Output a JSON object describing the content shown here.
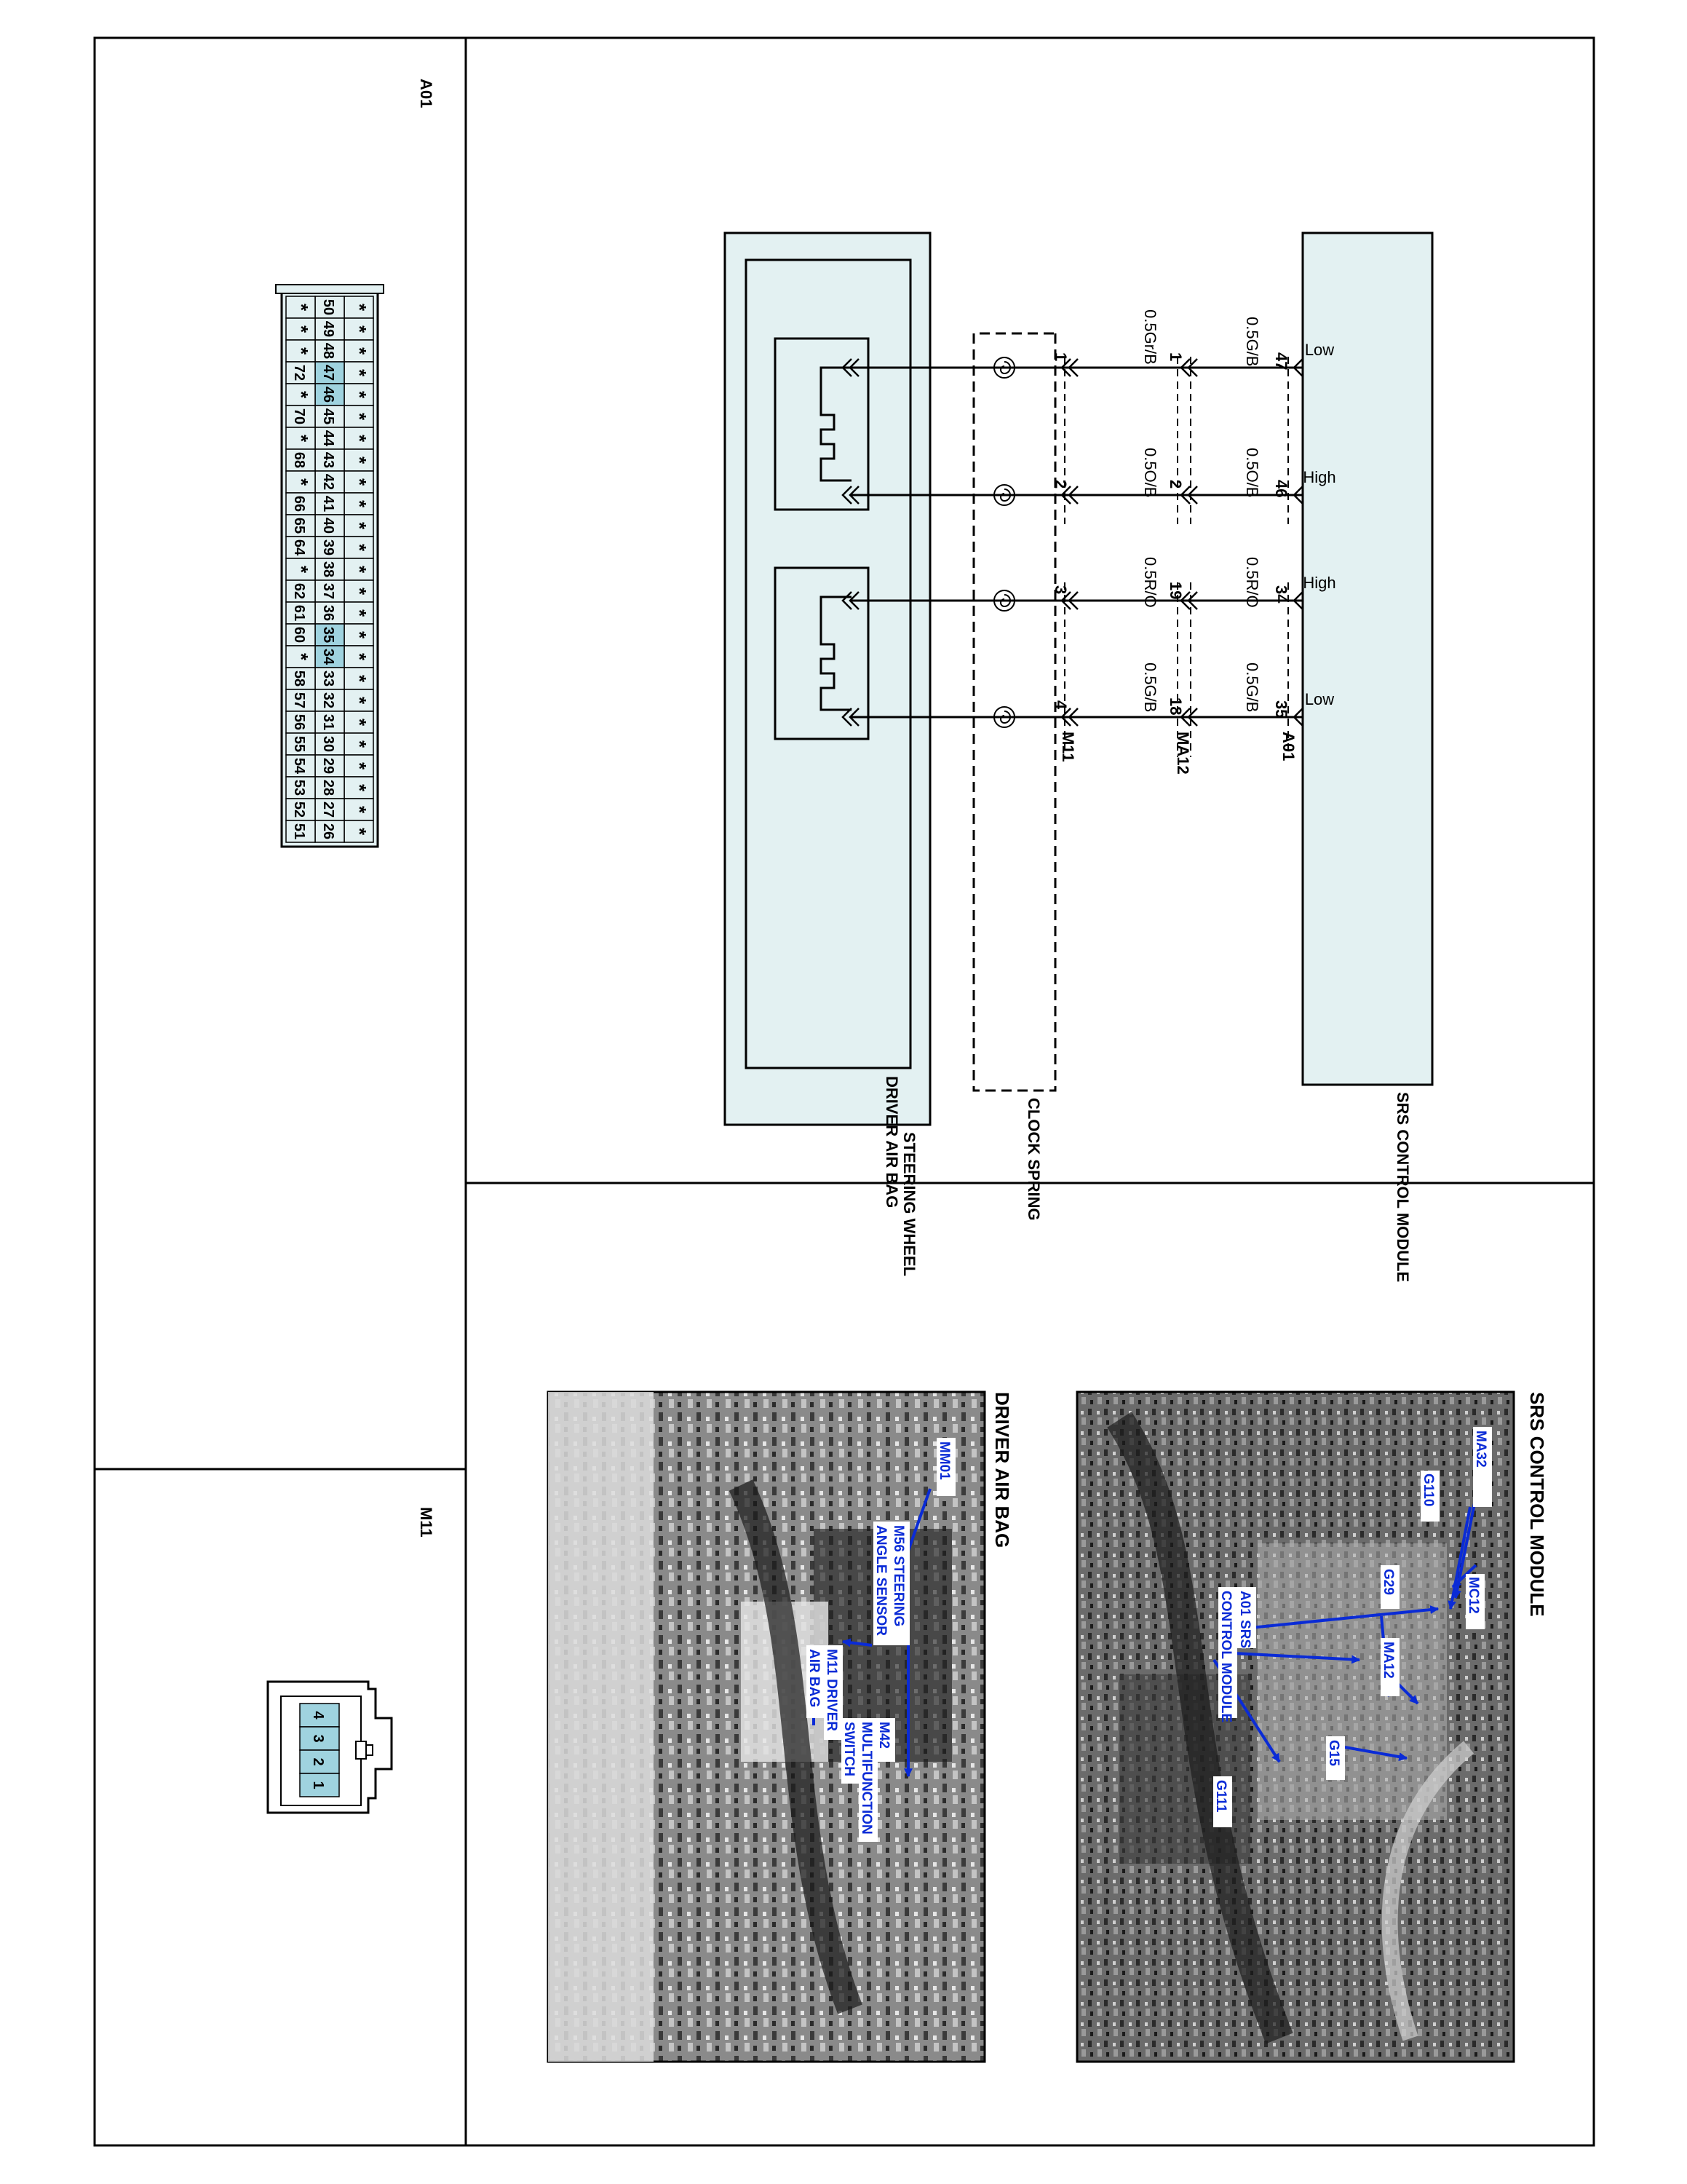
{
  "connectors": {
    "a01": {
      "title": "A01",
      "top_row": [
        "*",
        "*",
        "*",
        "*",
        "*",
        "*",
        "*",
        "*",
        "*",
        "*",
        "*",
        "*",
        "*",
        "*",
        "*",
        "*",
        "*",
        "*",
        "*",
        "*",
        "*",
        "*",
        "*",
        "*",
        "*"
      ],
      "mid_row": [
        "50",
        "49",
        "48",
        "47",
        "46",
        "45",
        "44",
        "43",
        "42",
        "41",
        "40",
        "39",
        "38",
        "37",
        "36",
        "35",
        "34",
        "33",
        "32",
        "31",
        "30",
        "29",
        "28",
        "27",
        "26"
      ],
      "bot_row": [
        "*",
        "*",
        "*",
        "72",
        "*",
        "70",
        "*",
        "68",
        "*",
        "66",
        "65",
        "64",
        "*",
        "62",
        "61",
        "60",
        "*",
        "58",
        "57",
        "56",
        "55",
        "54",
        "53",
        "52",
        "51"
      ],
      "highlighted_pins": [
        "47",
        "46",
        "35",
        "34"
      ],
      "highlight_color": "#9fd3df",
      "body_color": "#e3f1f2"
    },
    "m11": {
      "title": "M11",
      "pins": [
        "4",
        "3",
        "2",
        "1"
      ],
      "pin_color": "#9fd3df"
    }
  },
  "schematic": {
    "srs_module_label": "SRS CONTROL MODULE",
    "box_fill": "#e3f1f2",
    "a01_label": "A01",
    "ma12_label": "MA12",
    "m11_label": "M11",
    "clock_spring_label": "CLOCK SPRING",
    "steering_wheel_label": "STEERING WHEEL",
    "driver_airbag_label": "DRIVER AIR BAG",
    "terminals": [
      {
        "level": "Low",
        "a01_pin": "47",
        "upper_wire": "0.5G/B",
        "ma12_pin": "1",
        "lower_wire": "0.5Gr/B",
        "m11_pin": "1"
      },
      {
        "level": "High",
        "a01_pin": "46",
        "upper_wire": "0.5O/B",
        "ma12_pin": "2",
        "lower_wire": "0.5O/B",
        "m11_pin": "2"
      },
      {
        "level": "High",
        "a01_pin": "34",
        "upper_wire": "0.5R/O",
        "ma12_pin": "19",
        "lower_wire": "0.5R/O",
        "m11_pin": "3"
      },
      {
        "level": "Low",
        "a01_pin": "35",
        "upper_wire": "0.5G/B",
        "ma12_pin": "18",
        "lower_wire": "0.5G/B",
        "m11_pin": "4"
      }
    ]
  },
  "photos": {
    "srs": {
      "title": "SRS CONTROL MODULE",
      "labels": [
        "MA32",
        "MC12",
        "G110",
        "A01 SRS",
        "CONTROL MODULE",
        "G29",
        "MA12",
        "G15",
        "G111"
      ]
    },
    "airbag": {
      "title": "DRIVER AIR BAG",
      "labels": [
        "MM01",
        "M56 STEERING",
        "ANGLE SENSOR",
        "M11 DRIVER",
        "AIR BAG",
        "M42",
        "MULTIFUNCTION",
        "SWITCH"
      ]
    },
    "label_color": "#0a2bd6"
  }
}
